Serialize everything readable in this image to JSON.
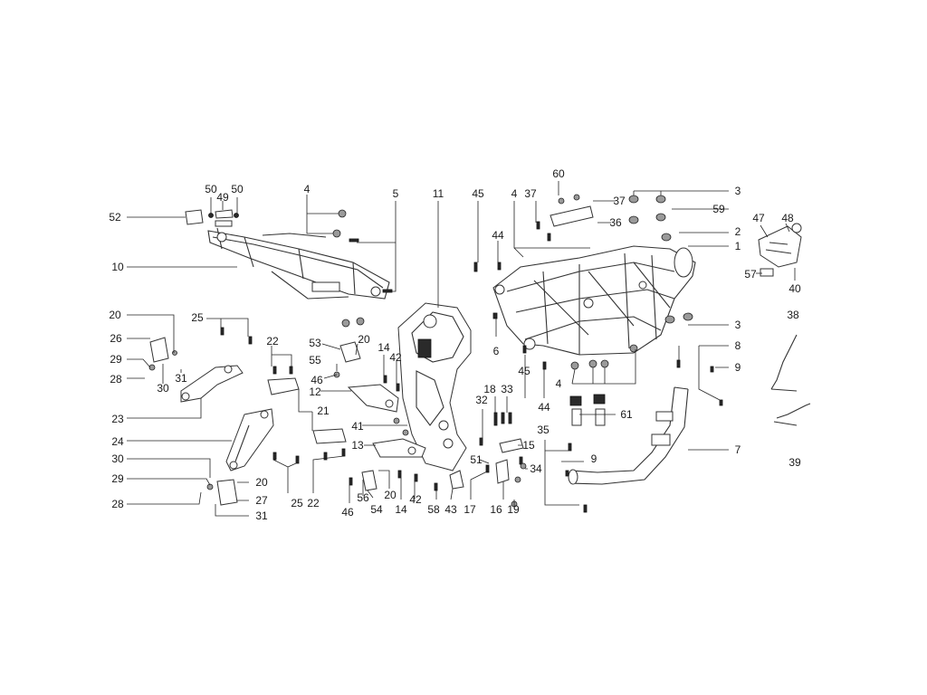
{
  "diagram": {
    "callouts": [
      "50",
      "49",
      "50",
      "52",
      "4",
      "5",
      "11",
      "45",
      "4",
      "37",
      "60",
      "37",
      "36",
      "3",
      "59",
      "2",
      "1",
      "47",
      "48",
      "40",
      "57",
      "10",
      "44",
      "6",
      "3",
      "20",
      "25",
      "26",
      "29",
      "28",
      "30",
      "31",
      "22",
      "53",
      "20",
      "14",
      "42",
      "55",
      "46",
      "12",
      "23",
      "21",
      "41",
      "13",
      "24",
      "30",
      "29",
      "28",
      "20",
      "27",
      "31",
      "25",
      "22",
      "46",
      "56",
      "20",
      "54",
      "14",
      "42",
      "58",
      "17",
      "43",
      "32",
      "18",
      "33",
      "51",
      "45",
      "44",
      "35",
      "15",
      "16",
      "19",
      "34",
      "9",
      "8",
      "9",
      "4",
      "61",
      "7",
      "38",
      "39"
    ]
  }
}
